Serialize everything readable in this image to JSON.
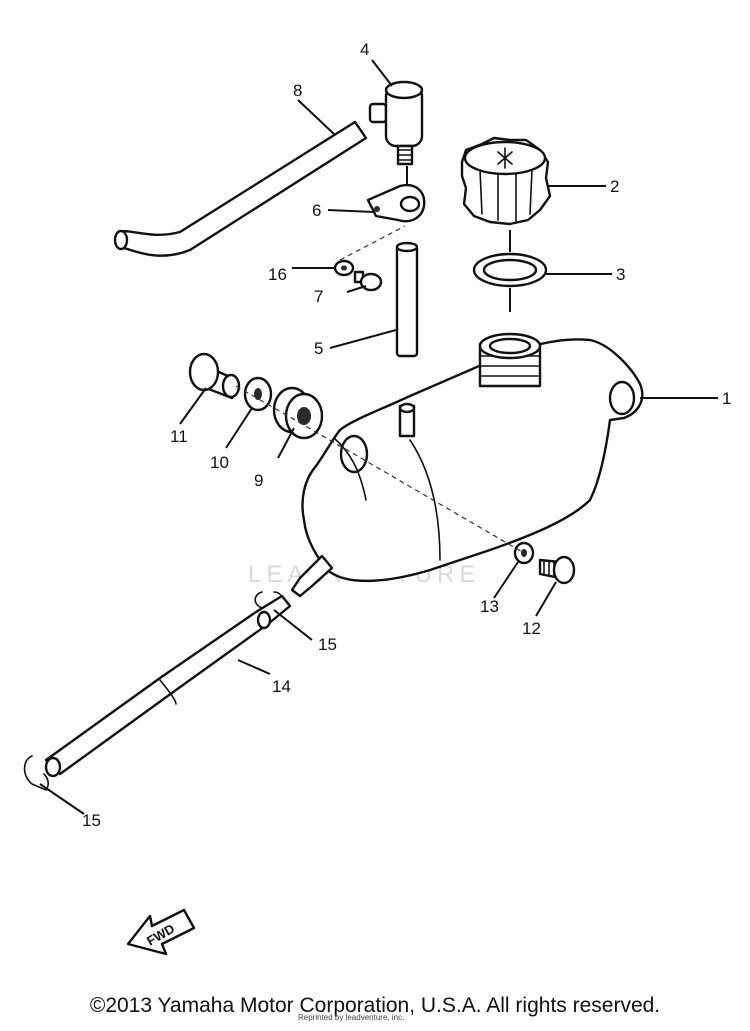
{
  "diagram": {
    "callouts": {
      "p1": "1",
      "p2": "2",
      "p3": "3",
      "p4": "4",
      "p5": "5",
      "p6": "6",
      "p7": "7",
      "p8": "8",
      "p9": "9",
      "p10": "10",
      "p11": "11",
      "p12": "12",
      "p13": "13",
      "p14": "14",
      "p15a": "15",
      "p15b": "15",
      "p16": "16"
    },
    "watermark": "LEADVENTURE",
    "fwd_label": "FWD"
  },
  "footer": {
    "copyright": "©2013 Yamaha Motor Corporation, U.S.A. All rights reserved.",
    "reprint": "Reprinted by leadventure, inc."
  }
}
